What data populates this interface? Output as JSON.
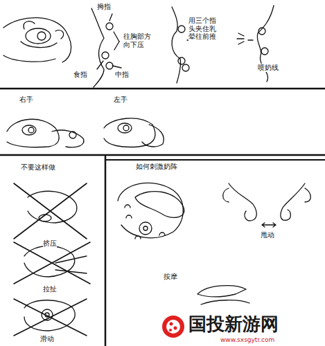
{
  "diagram": {
    "labels": [
      "拇指",
      "往胸部方向下压",
      "食指",
      "中指",
      "用三个指头夹住乳晕往前推",
      "喷奶线",
      "右手",
      "左手",
      "不要这样做",
      "如何刺激奶阵",
      "挤压",
      "拉扯",
      "滑动",
      "甩动",
      "按摩",
      "国投新游网",
      "www.sxsgytr.com"
    ]
  }
}
